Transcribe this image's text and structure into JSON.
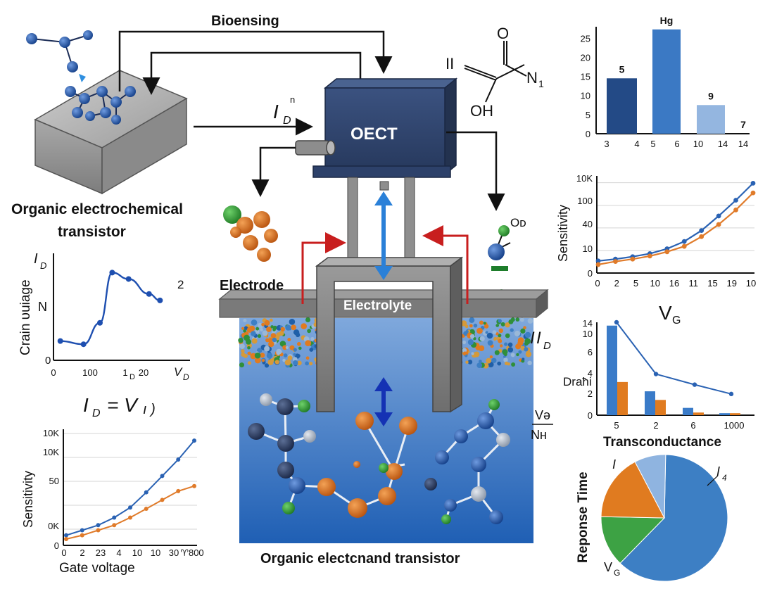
{
  "diagram": {
    "labels": {
      "biosensing": "Bioensing",
      "oect": "OECT",
      "electrode": "Electrode",
      "electrolyte": "Electrolyte",
      "oet_title_line1": "Organic electrochemical",
      "oet_title_line2": "transistor",
      "bottom_caption": "Organic electсnand transistor",
      "id_input_main": "I",
      "id_input_sub": "D",
      "id_input_sup": "n",
      "id_right_main": "I",
      "id_right_sub": "D",
      "id_right_pre": "I",
      "vg_label_main": "V",
      "vg_label_sub": "G",
      "vn_top": "Və",
      "vn_bottom": "Nʜ",
      "ohm_label": "Oᴅ",
      "equation_left": "I",
      "equation_sub": "D",
      "equation_right": "= V",
      "equation_tail": "ı )"
    },
    "molecule": {
      "o_top": "O",
      "ii": "II",
      "n1": "N",
      "n1_sub": "1",
      "oh": "OH"
    }
  },
  "chart_data": [
    {
      "type": "bar",
      "id": "top-right-bar",
      "categories": [
        "3",
        "4",
        "5",
        "6",
        "10",
        "14",
        "14"
      ],
      "bars": [
        {
          "value": 14.5,
          "label": "5",
          "color": "#234a86"
        },
        {
          "value": 27.3,
          "label": "Hg",
          "color": "#3b79c4"
        },
        {
          "value": 7.5,
          "label": "9",
          "color": "#94b6e0"
        },
        {
          "value": 0,
          "label": "7",
          "color": "#e8eef7"
        }
      ],
      "y_ticks": [
        "0",
        "5",
        "10",
        "15",
        "20",
        "25"
      ],
      "x_ticks": [
        "3",
        "4",
        "5",
        "6",
        "10",
        "14",
        "14"
      ],
      "ylim": [
        0,
        28
      ]
    },
    {
      "type": "line",
      "id": "right-sensitivity",
      "ylabel": "Sensitivity",
      "x_ticks": [
        "0",
        "2",
        "5",
        "10",
        "16",
        "11",
        "15",
        "19",
        "10"
      ],
      "y_ticks": [
        "0",
        "10",
        "40",
        "100",
        "10K"
      ],
      "series": [
        {
          "color": "#2a62b3",
          "values": [
            10,
            11.5,
            13.5,
            16,
            20,
            26,
            35,
            47,
            60,
            74
          ]
        },
        {
          "color": "#e07b2a",
          "values": [
            7,
            9.5,
            11.5,
            14,
            17.5,
            22,
            30,
            40,
            52,
            66
          ]
        }
      ],
      "ylim": [
        0,
        80
      ]
    },
    {
      "type": "line",
      "id": "left-id-vd",
      "ylabel": "Crain υuiаge",
      "y_top_label_main": "I",
      "y_top_label_sub": "D",
      "y_mid_label": "N",
      "x_ticks": [
        "0",
        "100",
        "1",
        "20"
      ],
      "x_tick_sub": "D",
      "x_end_main": "V",
      "x_end_sub": "D",
      "peak_label": "2",
      "points": [
        [
          0.05,
          0.18
        ],
        [
          0.22,
          0.15
        ],
        [
          0.34,
          0.35
        ],
        [
          0.43,
          0.82
        ],
        [
          0.55,
          0.76
        ],
        [
          0.7,
          0.62
        ],
        [
          0.78,
          0.56
        ]
      ]
    },
    {
      "type": "line",
      "id": "bottom-left-sensitivity",
      "ylabel": "Sensitivity",
      "xlabel": "Gate voltage",
      "x_ticks": [
        "0",
        "2",
        "23",
        "4",
        "10",
        "10",
        "30",
        "♈800"
      ],
      "y_ticks": [
        "0",
        "0K",
        "50",
        "10K",
        "10K"
      ],
      "series": [
        {
          "color": "#2a62b3",
          "values": [
            8,
            12,
            16,
            22,
            30,
            42,
            55,
            68,
            83
          ]
        },
        {
          "color": "#e07b2a",
          "values": [
            5,
            8,
            12,
            16,
            22,
            29,
            36,
            43,
            47
          ]
        }
      ],
      "ylim": [
        0,
        92
      ]
    },
    {
      "type": "bar",
      "id": "transconductance",
      "ylabel": "Draħi",
      "xlabel": "Transconductance",
      "x_ticks": [
        "5",
        "2",
        "6",
        "1000"
      ],
      "y_ticks": [
        "0",
        "2",
        "4",
        "6",
        "10",
        "14"
      ],
      "groups": [
        {
          "blue": 13.5,
          "orange": 5.0
        },
        {
          "blue": 3.6,
          "orange": 2.3
        },
        {
          "blue": 1.1,
          "orange": 0.4
        },
        {
          "blue": 0.3,
          "orange": 0.3
        }
      ],
      "line": [
        14,
        6.2,
        4.6,
        3.2
      ],
      "ylim": [
        0,
        14
      ]
    },
    {
      "type": "pie",
      "id": "response-pie",
      "ylabel": "Reponse Time",
      "label_topleft_main": "I",
      "label_topleft_sub": "",
      "label_right_main": "I",
      "label_right_sub": "4",
      "label_bottom_main": "V",
      "label_bottom_sub": "G",
      "slices": [
        {
          "value": 0.62,
          "color": "#3d7fc4"
        },
        {
          "value": 0.13,
          "color": "#3da244"
        },
        {
          "value": 0.17,
          "color": "#e07b20"
        },
        {
          "value": 0.08,
          "color": "#8fb4e0"
        }
      ]
    }
  ]
}
